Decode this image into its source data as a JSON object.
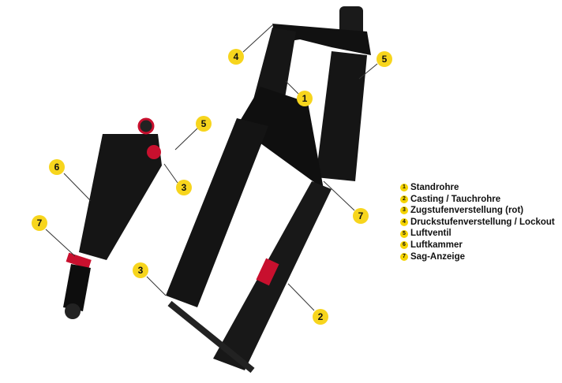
{
  "legend": [
    {
      "num": "1",
      "label": "Standrohre"
    },
    {
      "num": "2",
      "label": "Casting / Tauchrohre"
    },
    {
      "num": "3",
      "label": "Zugstufenverstellung (rot)"
    },
    {
      "num": "4",
      "label": "Druckstufenverstellung / Lockout"
    },
    {
      "num": "5",
      "label": "Luftventil"
    },
    {
      "num": "6",
      "label": "Luftkammer"
    },
    {
      "num": "7",
      "label": "Sag-Anzeige"
    }
  ],
  "callouts": {
    "fork_4": "4",
    "fork_1": "1",
    "fork_5": "5",
    "fork_7": "7",
    "fork_3": "3",
    "fork_2": "2",
    "shock_5": "5",
    "shock_3": "3",
    "shock_6": "6",
    "shock_7": "7"
  },
  "colors": {
    "callout": "#f7d51d",
    "product": "#111111",
    "accent": "#c8102e"
  }
}
